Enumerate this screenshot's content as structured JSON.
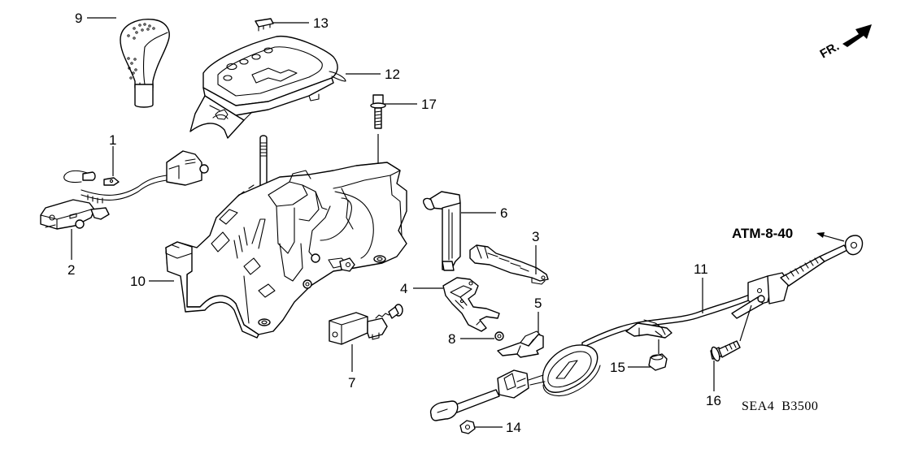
{
  "diagram": {
    "title": "Automatic transmission shift lever assembly – exploded parts diagram",
    "direction_indicator": {
      "label": "FR.",
      "icon": "front-arrow-icon"
    },
    "reference": {
      "label": "ATM-8-40",
      "icon": "arrow-left-icon"
    },
    "figure_code": "SEA4  B3500",
    "callouts": [
      {
        "number": "1",
        "part": "clip"
      },
      {
        "number": "2",
        "part": "switch-harness"
      },
      {
        "number": "3",
        "part": "bracket-rod"
      },
      {
        "number": "4",
        "part": "lever-bracket"
      },
      {
        "number": "5",
        "part": "lock-plate"
      },
      {
        "number": "6",
        "part": "position-sensor-clip"
      },
      {
        "number": "7",
        "part": "solenoid"
      },
      {
        "number": "8",
        "part": "washer"
      },
      {
        "number": "9",
        "part": "shift-knob"
      },
      {
        "number": "10",
        "part": "shift-lever-base"
      },
      {
        "number": "11",
        "part": "shift-cable"
      },
      {
        "number": "12",
        "part": "indicator-panel"
      },
      {
        "number": "13",
        "part": "indicator-cap"
      },
      {
        "number": "14",
        "part": "nut"
      },
      {
        "number": "15",
        "part": "flange-nut"
      },
      {
        "number": "16",
        "part": "flange-bolt"
      },
      {
        "number": "17",
        "part": "bolt"
      }
    ]
  }
}
